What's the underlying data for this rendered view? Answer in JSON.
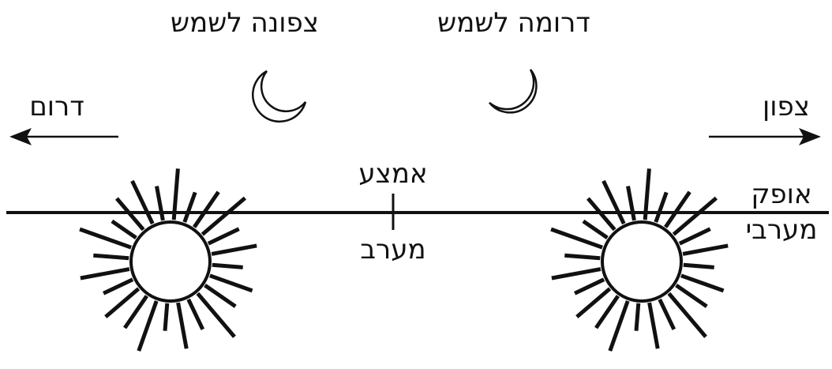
{
  "labels": {
    "moon_left": "צפונה לשמש",
    "moon_right": "דרומה לשמש",
    "direction_left": "דרום",
    "direction_right": "צפון",
    "center_top": "אמצע",
    "center_bottom": "מערב",
    "horizon_top": "אופק",
    "horizon_bottom": "מערבי"
  },
  "colors": {
    "ink": "#111111",
    "background": "#ffffff"
  },
  "icons": {
    "moon": "crescent-moon-icon",
    "sun": "sun-icon",
    "arrow_left": "arrow-left-icon",
    "arrow_right": "arrow-right-icon"
  }
}
